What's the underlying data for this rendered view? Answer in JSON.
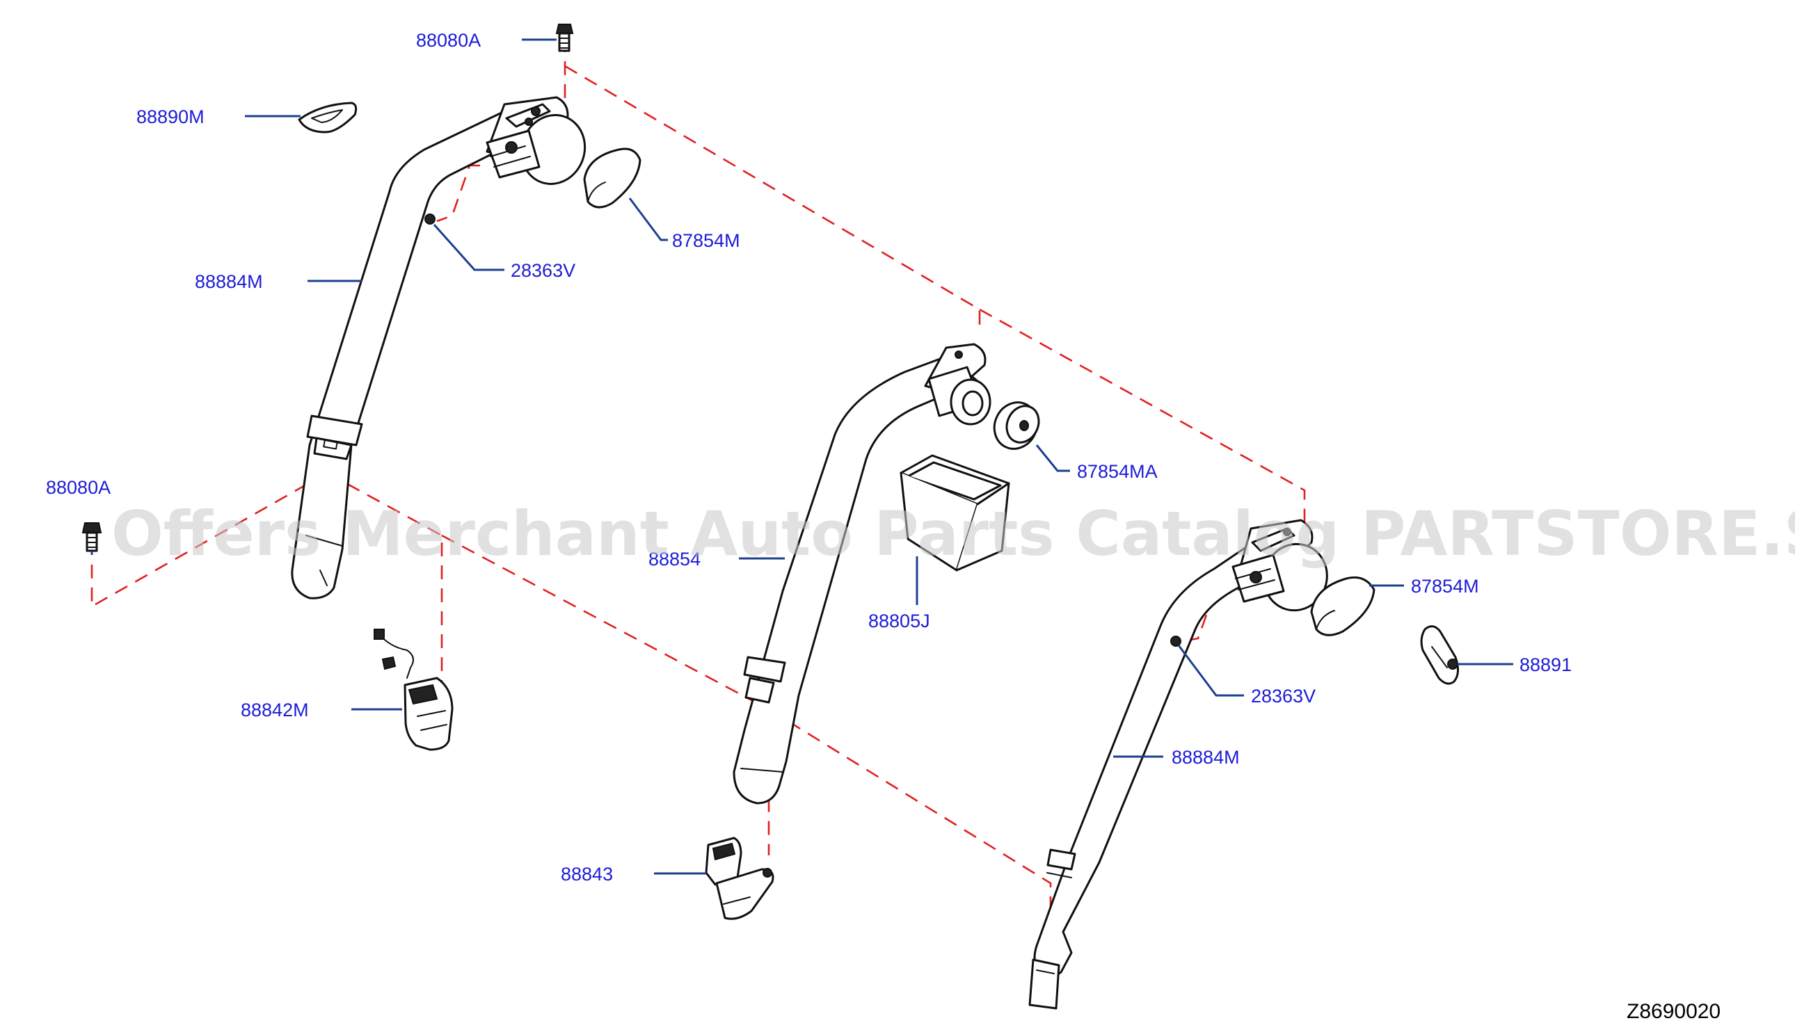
{
  "diagram": {
    "reference_code": "Z8690020",
    "watermark": "Offers Merchant Auto Parts Catalog PARTSTORE.SA",
    "colors": {
      "label": "#1c1cd6",
      "leader": "#1c3f8f",
      "dashed_guide": "#e12020",
      "outline": "#111111"
    }
  },
  "parts": [
    {
      "label": "88080A"
    },
    {
      "label": "88890M"
    },
    {
      "label": "87854M"
    },
    {
      "label": "28363V"
    },
    {
      "label": "88884M"
    },
    {
      "label": "88080A"
    },
    {
      "label": "88842M"
    },
    {
      "label": "88854"
    },
    {
      "label": "87854MA"
    },
    {
      "label": "88805J"
    },
    {
      "label": "88843"
    },
    {
      "label": "87854M"
    },
    {
      "label": "88891"
    },
    {
      "label": "28363V"
    },
    {
      "label": "88884M"
    }
  ]
}
